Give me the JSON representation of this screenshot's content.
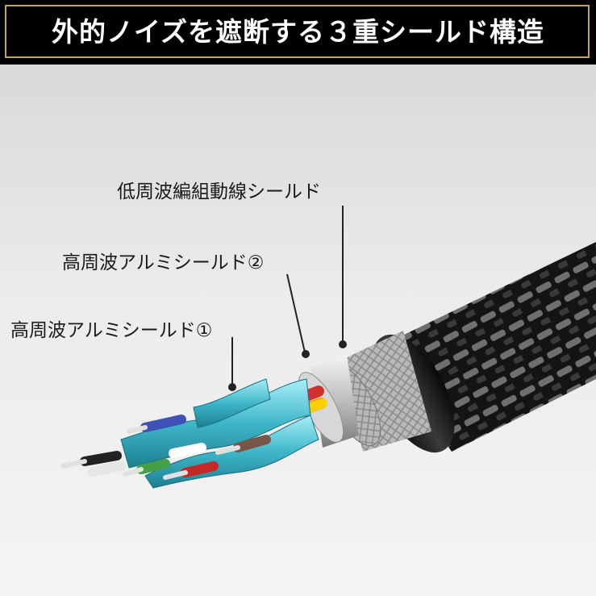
{
  "header": {
    "title": "外的ノイズを遮断する３重シールド構造"
  },
  "labels": {
    "braid_shield": "低周波編組動線シールド",
    "aluminum_shield_2": "高周波アルミシールド②",
    "aluminum_shield_1": "高周波アルミシールド①"
  },
  "colors": {
    "banner_bg": "#000000",
    "banner_border": "#c9a64a",
    "foil_shield": "#3fb7c9"
  }
}
